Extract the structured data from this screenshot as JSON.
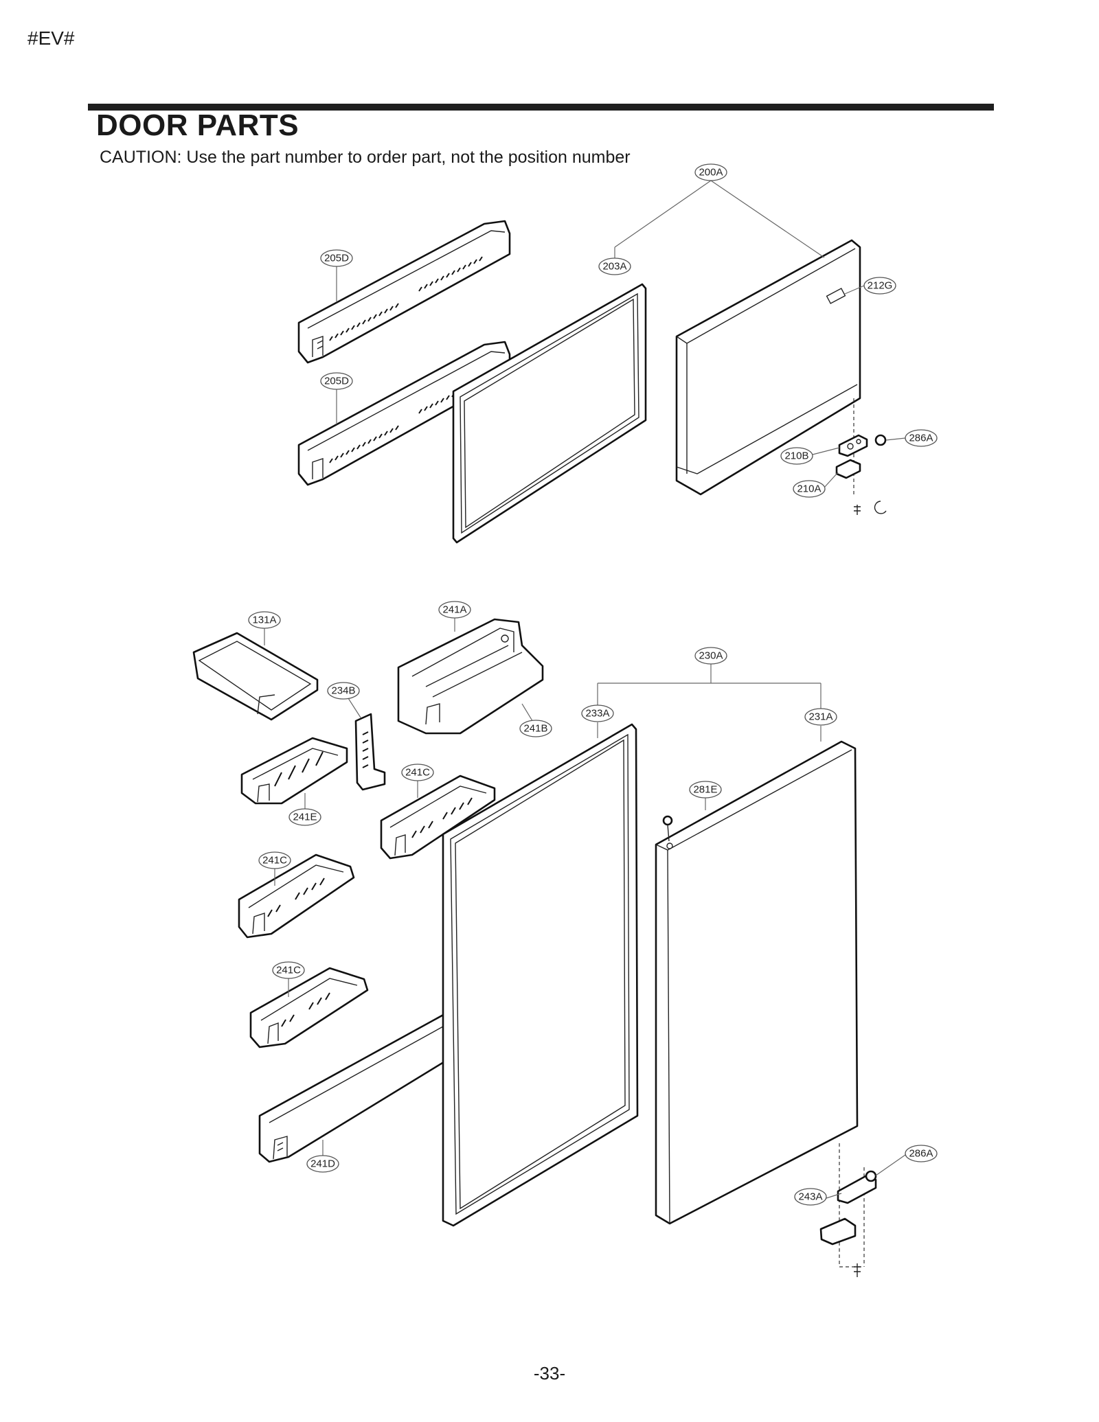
{
  "page": {
    "tag": "#EV#",
    "title": "DOOR PARTS",
    "caution": "CAUTION: Use the part number to order part, not the position number",
    "page_number": "-33-"
  },
  "callouts": {
    "c200A": "200A",
    "c203A": "203A",
    "c205D_1": "205D",
    "c205D_2": "205D",
    "c212G": "212G",
    "c286A_1": "286A",
    "c210B": "210B",
    "c210A": "210A",
    "c131A": "131A",
    "c241A": "241A",
    "c234B": "234B",
    "c241B": "241B",
    "c230A": "230A",
    "c233A": "233A",
    "c231A": "231A",
    "c241C_1": "241C",
    "c241E": "241E",
    "c281E": "281E",
    "c241C_2": "241C",
    "c241C_3": "241C",
    "c241D": "241D",
    "c286A_2": "286A",
    "c243A": "243A"
  }
}
